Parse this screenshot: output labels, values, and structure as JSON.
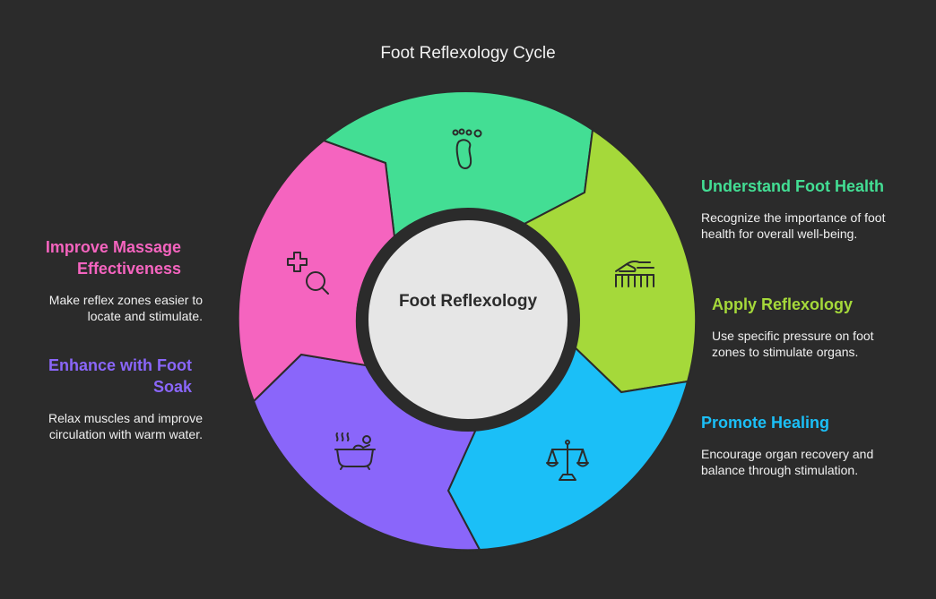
{
  "title": "Foot Reflexology Cycle",
  "center": "Foot Reflexology",
  "colors": {
    "background": "#2b2b2b",
    "center_fill": "#e6e6e6",
    "green": "#43de94",
    "lime": "#a5d93a",
    "blue": "#1bbff7",
    "purple": "#8a66fa",
    "pink": "#f564bf"
  },
  "items": [
    {
      "heading": "Understand Foot Health",
      "description": "Recognize the importance of foot health for overall well-being.",
      "color": "#43de94",
      "icon": "footprint-icon"
    },
    {
      "heading": "Apply Reflexology",
      "description": "Use specific pressure on foot zones to stimulate organs.",
      "color": "#a5d93a",
      "icon": "hand-massage-icon"
    },
    {
      "heading": "Promote Healing",
      "description": "Encourage organ recovery and balance through stimulation.",
      "color": "#1bbff7",
      "icon": "balance-scale-icon"
    },
    {
      "heading": "Enhance with Foot Soak",
      "description": "Relax muscles and improve circulation with warm water.",
      "color": "#8a66fa",
      "icon": "bath-icon"
    },
    {
      "heading": "Improve Massage Effectiveness",
      "description": "Make reflex zones easier to locate and stimulate.",
      "color": "#f564bf",
      "icon": "health-search-icon"
    }
  ]
}
